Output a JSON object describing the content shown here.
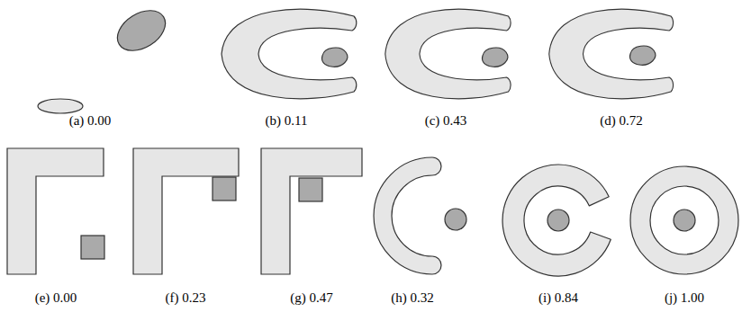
{
  "diagram": {
    "labels": [
      "(a) 0.00",
      "(b) 0.11",
      "(c) 0.43",
      "(d) 0.72",
      "(e) 0.00",
      "(f) 0.23",
      "(g) 0.47",
      "(h) 0.32",
      "(i) 0.84",
      "(j) 1.00"
    ]
  }
}
